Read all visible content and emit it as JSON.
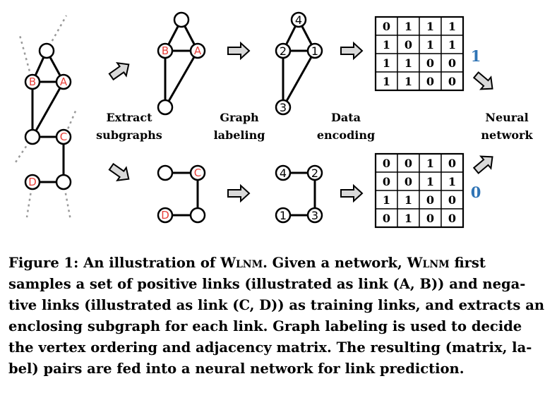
{
  "steps": {
    "extract": [
      "Extract",
      "subgraphs"
    ],
    "labeling": [
      "Graph",
      "labeling"
    ],
    "encoding": [
      "Data",
      "encoding"
    ],
    "network": [
      "Neural",
      "network"
    ]
  },
  "nodes": {
    "original": [
      "B",
      "A",
      "C",
      "D"
    ],
    "pos_sub": [
      "B",
      "A"
    ],
    "neg_sub": [
      "C",
      "D"
    ],
    "pos_labeled": [
      "4",
      "2",
      "1",
      "3"
    ],
    "neg_labeled": [
      "4",
      "2",
      "1",
      "3"
    ]
  },
  "matrices": {
    "positive": [
      [
        "0",
        "1",
        "1",
        "1"
      ],
      [
        "1",
        "0",
        "1",
        "1"
      ],
      [
        "1",
        "1",
        "0",
        "0"
      ],
      [
        "1",
        "1",
        "0",
        "0"
      ]
    ],
    "negative": [
      [
        "0",
        "0",
        "1",
        "0"
      ],
      [
        "0",
        "0",
        "1",
        "1"
      ],
      [
        "1",
        "1",
        "0",
        "0"
      ],
      [
        "0",
        "1",
        "0",
        "0"
      ]
    ]
  },
  "outputs": {
    "positive": "1",
    "negative": "0"
  },
  "caption": {
    "label": "Figure 1:",
    "lines": [
      [
        "An illustration of ",
        "Wlnm",
        ". Given a network, ",
        "Wlnm",
        " first"
      ],
      [
        "samples a set of positive links (illustrated as link (A, B)) and nega-"
      ],
      [
        "tive links (illustrated as link (C, D)) as training links, and extracts an"
      ],
      [
        "enclosing subgraph for each link. Graph labeling is used to decide"
      ],
      [
        "the vertex ordering and adjacency matrix. The resulting (matrix, la-"
      ],
      [
        "bel) pairs are fed into a neural network for link prediction."
      ]
    ]
  }
}
